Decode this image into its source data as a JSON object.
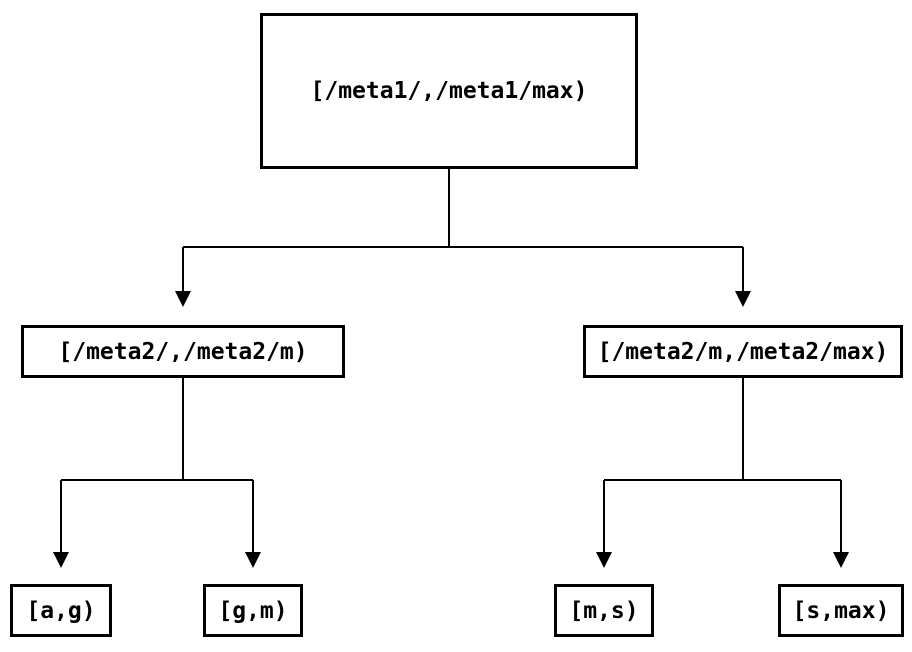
{
  "colors": {
    "background": "#ffffff",
    "line": "#000000",
    "text": "#000000",
    "box_fill": "#ffffff"
  },
  "tree": {
    "root": {
      "label": "[/meta1/,/meta1/max)",
      "children": [
        {
          "label": "[/meta2/,/meta2/m)",
          "children": [
            {
              "label": "[a,g)"
            },
            {
              "label": "[g,m)"
            }
          ]
        },
        {
          "label": "[/meta2/m,/meta2/max)",
          "children": [
            {
              "label": "[m,s)"
            },
            {
              "label": "[s,max)"
            }
          ]
        }
      ]
    }
  }
}
